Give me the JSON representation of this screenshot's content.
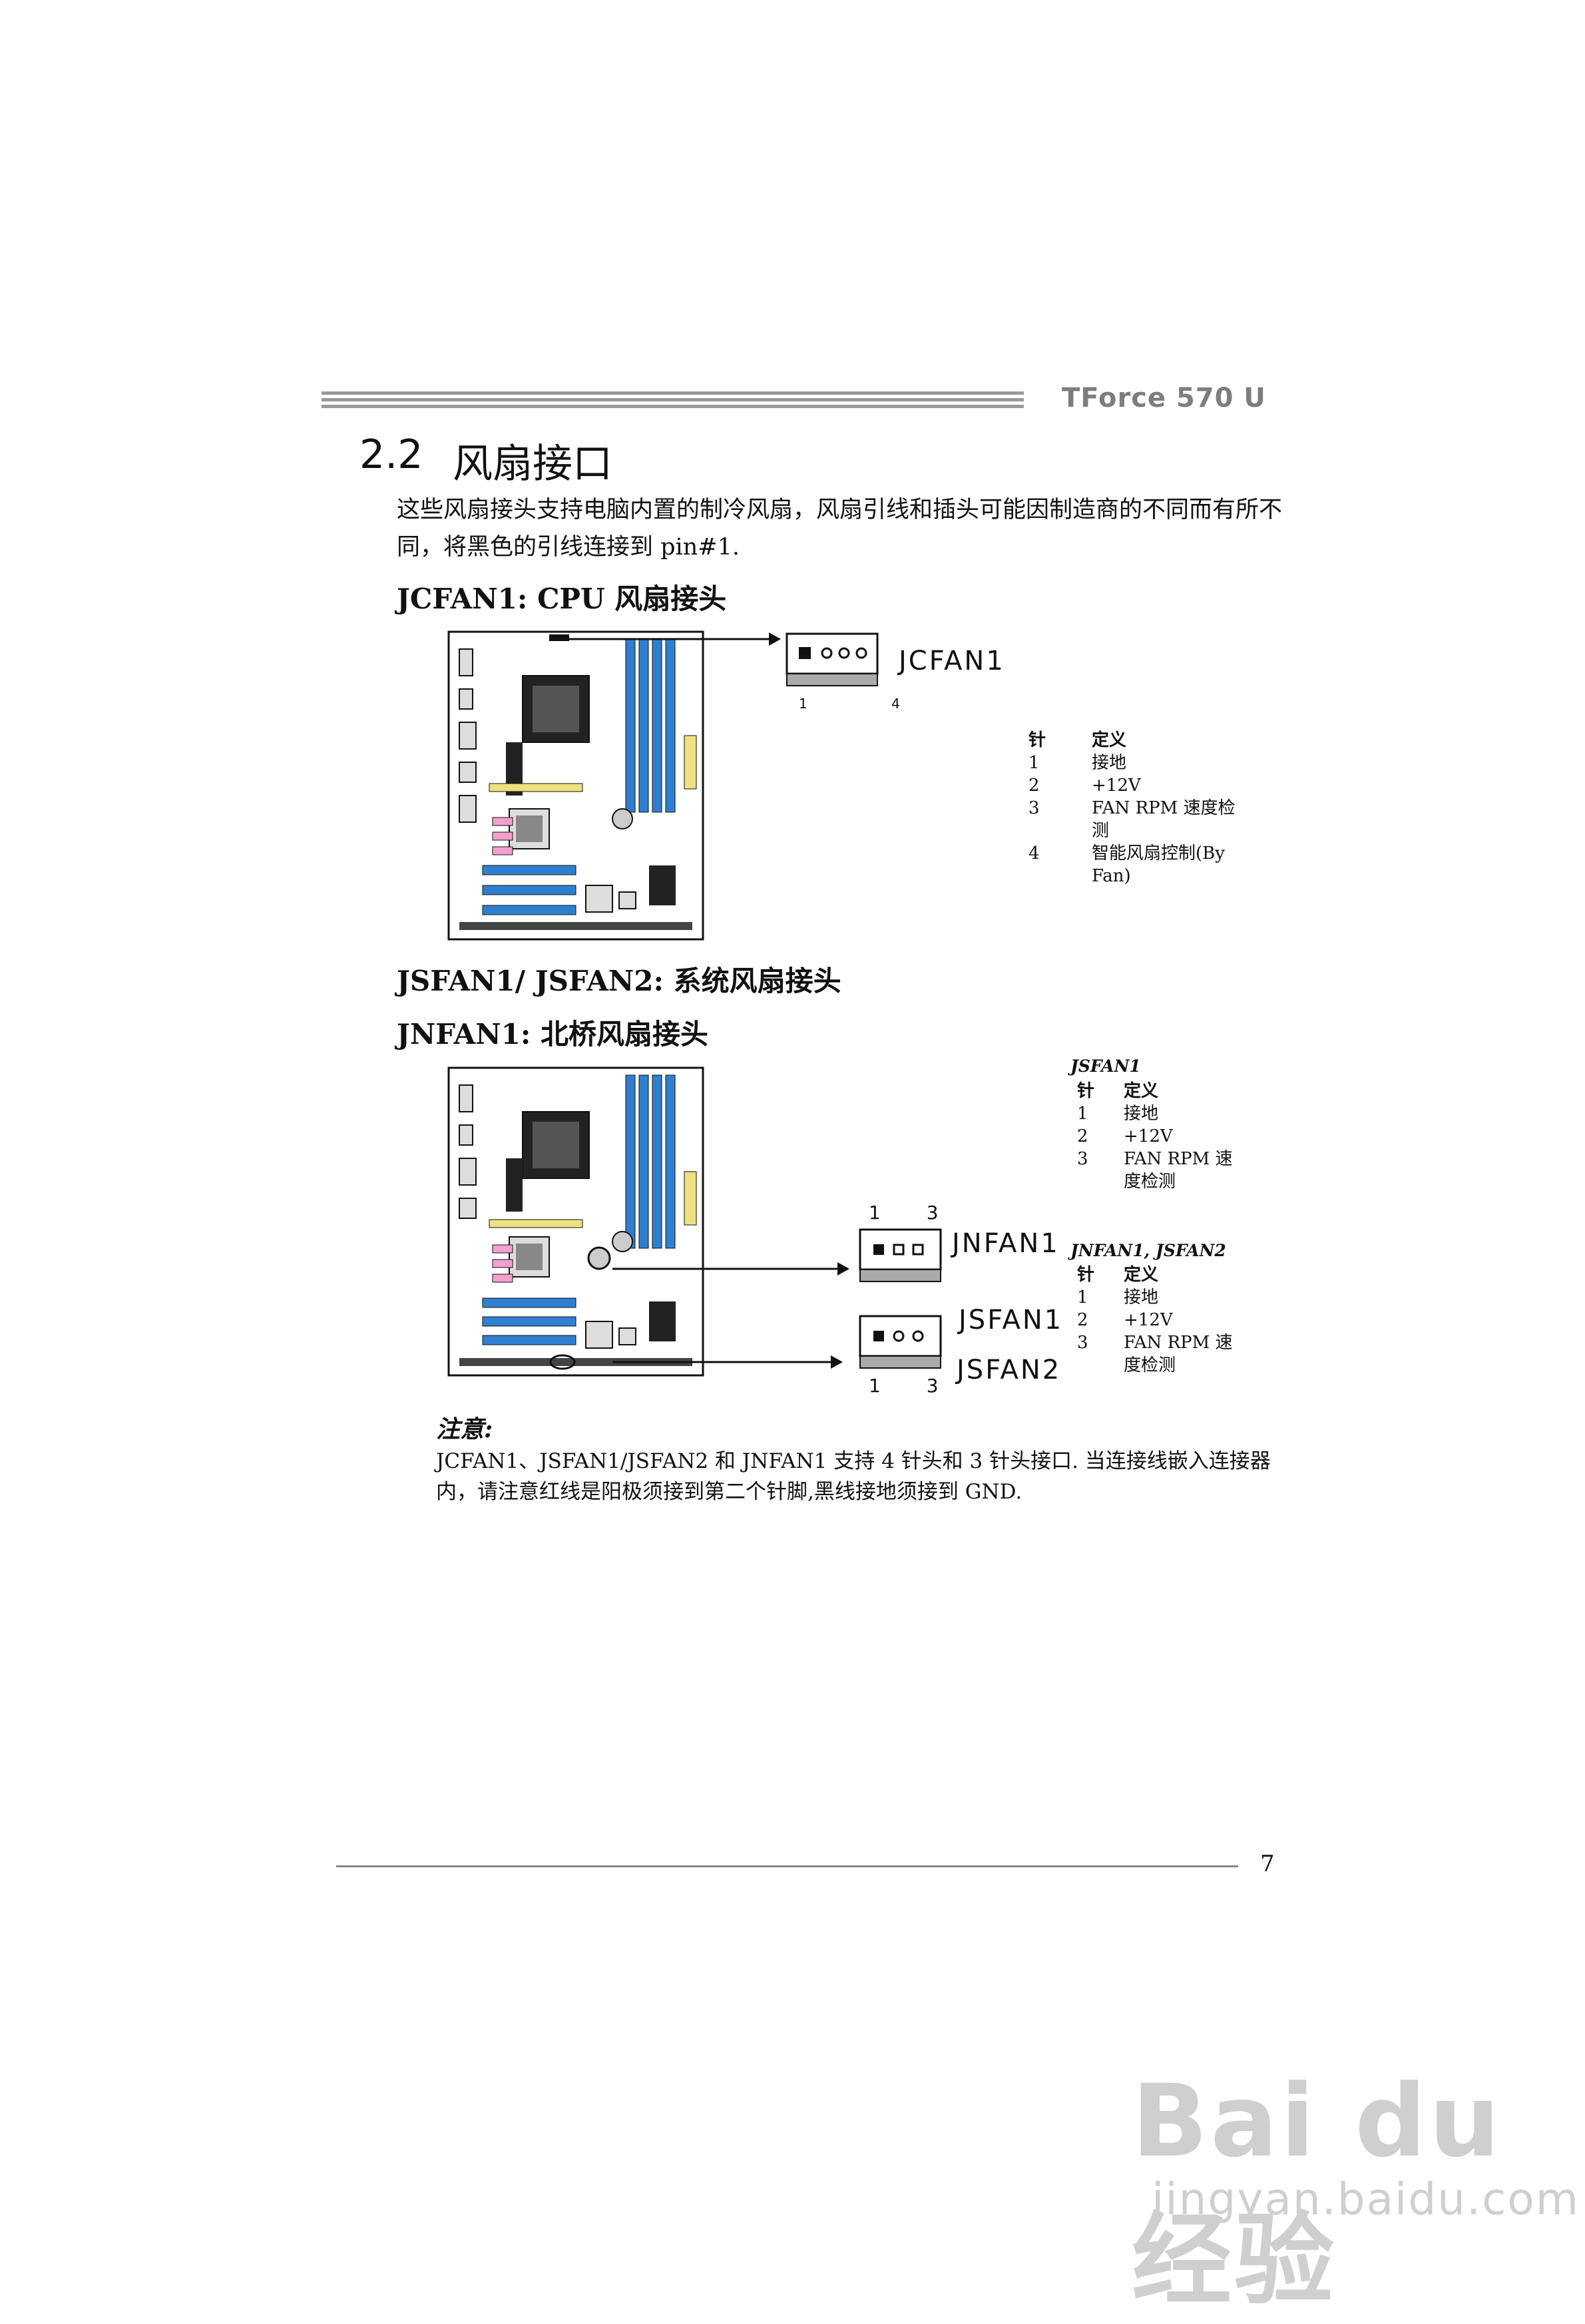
{
  "header": {
    "product": "TForce 570 U"
  },
  "section": {
    "number": "2.2",
    "title": "风扇接口",
    "intro": "这些风扇接头支持电脑内置的制冷风扇，风扇引线和插头可能因制造商的不同而有所不同，将黑色的引线连接到 pin#1."
  },
  "cpu_fan": {
    "heading": "JCFAN1: CPU 风扇接头",
    "connector_label": "JCFAN1",
    "pin_numbers": "1 4",
    "table": {
      "col_pin": "针",
      "col_def": "定义",
      "rows": [
        {
          "pin": "1",
          "def": "接地"
        },
        {
          "pin": "2",
          "def": "+12V"
        },
        {
          "pin": "3",
          "def": "FAN RPM 速度检测"
        },
        {
          "pin": "4",
          "def": "智能风扇控制(By Fan)"
        }
      ]
    }
  },
  "sys_fan": {
    "heading1": "JSFAN1/ JSFAN2:  系统风扇接头",
    "heading2": "JNFAN1:  北桥风扇接头",
    "jnfan_label": "JNFAN1",
    "jsfan1_label": "JSFAN1",
    "jsfan2_label": "JSFAN2",
    "pins_top": "1 3",
    "pins_bottom": "1 3",
    "table1": {
      "title": "JSFAN1",
      "col_pin": "针",
      "col_def": "定义",
      "rows": [
        {
          "pin": "1",
          "def": "接地"
        },
        {
          "pin": "2",
          "def": "+12V"
        },
        {
          "pin": "3",
          "def": "FAN RPM 速度检测"
        }
      ]
    },
    "table2": {
      "title": "JNFAN1, JSFAN2",
      "col_pin": "针",
      "col_def": "定义",
      "rows": [
        {
          "pin": "1",
          "def": "接地"
        },
        {
          "pin": "2",
          "def": "+12V"
        },
        {
          "pin": "3",
          "def": "FAN RPM 速度检测"
        }
      ]
    }
  },
  "note": {
    "heading": "注意:",
    "text": "JCFAN1、JSFAN1/JSFAN2 和 JNFAN1 支持 4 针头和 3 针头接口. 当连接线嵌入连接器内，请注意红线是阳极须接到第二个针脚,黑线接地须接到 GND."
  },
  "footer": {
    "page": "7"
  },
  "watermark": {
    "logo": "Bai du 经验",
    "url": "jingyan.baidu.com"
  }
}
